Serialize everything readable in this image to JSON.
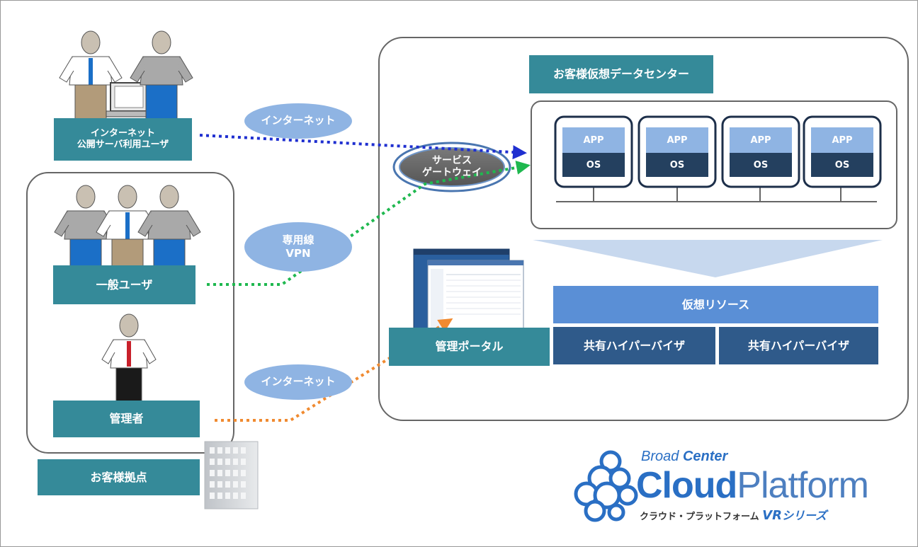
{
  "left": {
    "internet_users_label": "インターネット\n公開サーバ利用ユーザ",
    "general_user_label": "一般ユーザ",
    "admin_label": "管理者",
    "site_label": "お客様拠点"
  },
  "connections": {
    "internet_top": "インターネット",
    "dedicated_line": "専用線\nVPN",
    "internet_bottom": "インターネット"
  },
  "datacenter": {
    "title": "お客様仮想データセンター",
    "gateway": "サービス\nゲートウェイ",
    "vms": [
      {
        "app": "APP",
        "os": "OS"
      },
      {
        "app": "APP",
        "os": "OS"
      },
      {
        "app": "APP",
        "os": "OS"
      },
      {
        "app": "APP",
        "os": "OS"
      }
    ],
    "portal_label": "管理ポータル",
    "resources_label": "仮想リソース",
    "hypervisor_1": "共有ハイパーバイザ",
    "hypervisor_2": "共有ハイパーバイザ"
  },
  "logo": {
    "broad": "Broad",
    "center": "Center",
    "cloud": "Cloud",
    "platform": "Platform",
    "sub_jp": "クラウド・プラットフォーム",
    "sub_vr": "VR",
    "sub_series": "シリーズ"
  },
  "colors": {
    "teal_box": "#358a99",
    "light_blue_oval": "#8fb4e3",
    "resource_blue": "#5a8fd6",
    "hypervisor_navy": "#2f5a8a",
    "os_navy": "#24405f",
    "line_blue": "#1f2fd0",
    "line_green": "#1fb84f",
    "line_orange": "#f08a30"
  }
}
